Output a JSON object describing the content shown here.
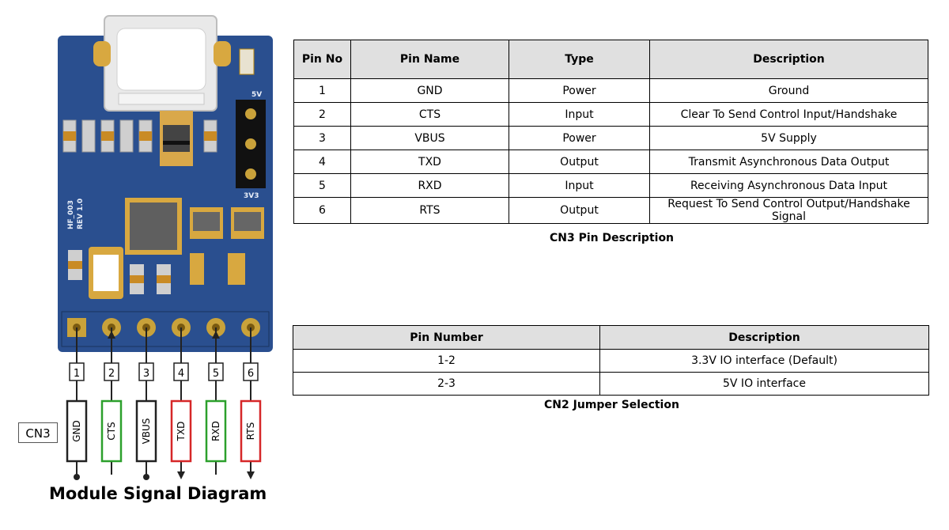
{
  "diagram": {
    "silkscreen": {
      "v5": "5V",
      "v3": "3V3",
      "rev_line1": "HF_003",
      "rev_line2": "REV 1.0"
    },
    "pins": [
      {
        "number": "1",
        "signal": "GND",
        "color": "#222222",
        "end": "dot"
      },
      {
        "number": "2",
        "signal": "CTS",
        "color": "#2ca02c",
        "end": "arrow-up"
      },
      {
        "number": "3",
        "signal": "VBUS",
        "color": "#222222",
        "end": "dot"
      },
      {
        "number": "4",
        "signal": "TXD",
        "color": "#d62728",
        "end": "arrow-down"
      },
      {
        "number": "5",
        "signal": "RXD",
        "color": "#2ca02c",
        "end": "arrow-up"
      },
      {
        "number": "6",
        "signal": "RTS",
        "color": "#d62728",
        "end": "arrow-down"
      }
    ],
    "connector_label": "CN3",
    "caption": "Module Signal Diagram",
    "board_color": "#2a4f8f"
  },
  "cn3_table": {
    "headers": [
      "Pin No",
      "Pin Name",
      "Type",
      "Description"
    ],
    "rows": [
      [
        "1",
        "GND",
        "Power",
        "Ground"
      ],
      [
        "2",
        "CTS",
        "Input",
        "Clear To Send Control Input/Handshake"
      ],
      [
        "3",
        "VBUS",
        "Power",
        "5V Supply"
      ],
      [
        "4",
        "TXD",
        "Output",
        "Transmit Asynchronous Data Output"
      ],
      [
        "5",
        "RXD",
        "Input",
        "Receiving Asynchronous Data Input"
      ],
      [
        "6",
        "RTS",
        "Output",
        "Request To Send Control Output/Handshake Signal"
      ]
    ],
    "caption": "CN3 Pin Description"
  },
  "cn2_table": {
    "headers": [
      "Pin Number",
      "Description"
    ],
    "rows": [
      [
        "1-2",
        "3.3V IO interface (Default)"
      ],
      [
        "2-3",
        "5V IO interface"
      ]
    ],
    "caption": "CN2 Jumper Selection"
  }
}
